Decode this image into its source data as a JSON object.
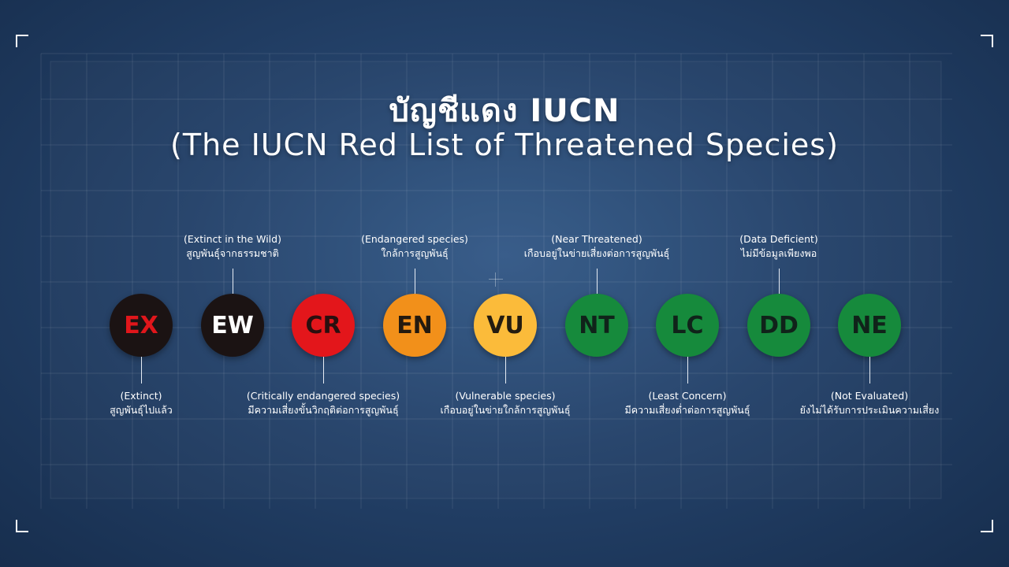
{
  "title": "บัญชีแดง IUCN",
  "subtitle": "(The IUCN Red List of Threatened Species)",
  "categories": [
    {
      "code": "EX",
      "bg": "#1b1313",
      "fg": "#e0161b",
      "label_en": "(Extinct)",
      "label_th": "สูญพันธุ์ไปแล้ว",
      "label_position": "below"
    },
    {
      "code": "EW",
      "bg": "#1b1313",
      "fg": "#ffffff",
      "label_en": "(Extinct in the Wild)",
      "label_th": "สูญพันธุ์จากธรรมชาติ",
      "label_position": "above"
    },
    {
      "code": "CR",
      "bg": "#e3161b",
      "fg": "#2a0f0f",
      "label_en": "(Critically endangered species)",
      "label_th": "มีความเสี่ยงขั้นวิกฤติต่อการสูญพันธุ์",
      "label_position": "below"
    },
    {
      "code": "EN",
      "bg": "#f2901a",
      "fg": "#241a0f",
      "label_en": "(Endangered species)",
      "label_th": "ใกล้การสูญพันธุ์",
      "label_position": "above"
    },
    {
      "code": "VU",
      "bg": "#fbbb3a",
      "fg": "#241c10",
      "label_en": "(Vulnerable species)",
      "label_th": "เกือบอยู่ในข่ายใกล้การสูญพันธุ์",
      "label_position": "below"
    },
    {
      "code": "NT",
      "bg": "#168a3c",
      "fg": "#10231a",
      "label_en": "(Near Threatened)",
      "label_th": "เกือบอยู่ในข่ายเสี่ยงต่อการสูญพันธุ์",
      "label_position": "above"
    },
    {
      "code": "LC",
      "bg": "#168a3c",
      "fg": "#10231a",
      "label_en": "(Least Concern)",
      "label_th": "มีความเสี่ยงต่ำต่อการสูญพันธุ์",
      "label_position": "below"
    },
    {
      "code": "DD",
      "bg": "#168a3c",
      "fg": "#10231a",
      "label_en": "(Data Deficient)",
      "label_th": "ไม่มีข้อมูลเพียงพอ",
      "label_position": "above"
    },
    {
      "code": "NE",
      "bg": "#168a3c",
      "fg": "#10231a",
      "label_en": "(Not Evaluated)",
      "label_th": "ยังไม่ได้รับการประเมินความเสี่ยง",
      "label_position": "below"
    }
  ]
}
